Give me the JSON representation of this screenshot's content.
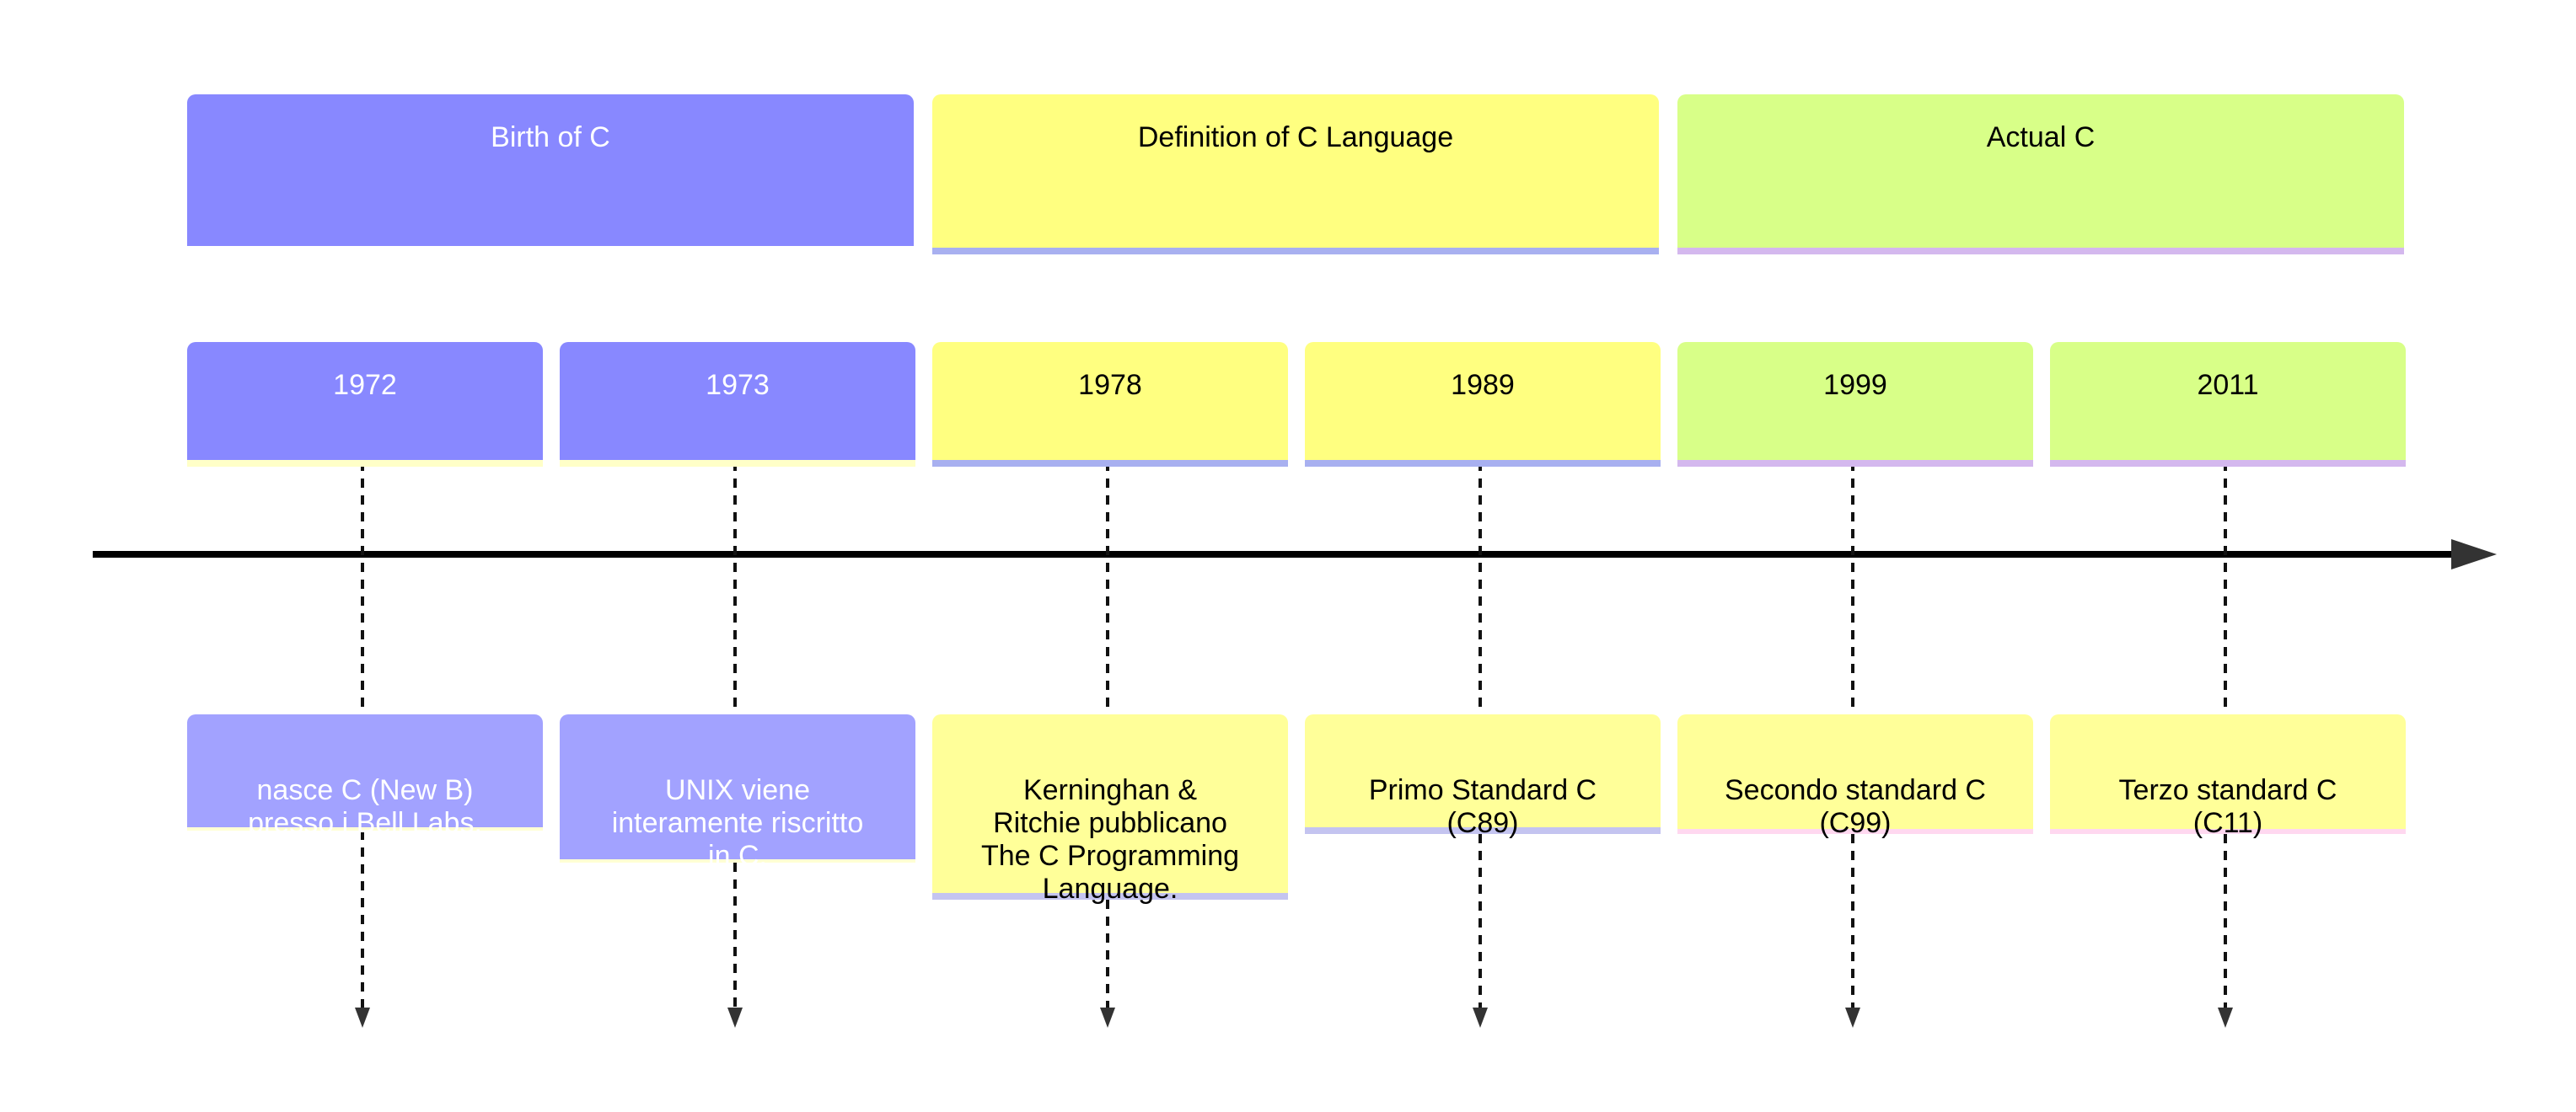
{
  "periods": [
    {
      "label": "Birth of C"
    },
    {
      "label": "Definition of C Language"
    },
    {
      "label": "Actual C"
    }
  ],
  "milestones": [
    {
      "year": "1972",
      "event": "nasce C (New B)\npresso i Bell Labs."
    },
    {
      "year": "1973",
      "event": "UNIX viene\ninteramente riscritto\nin C."
    },
    {
      "year": "1978",
      "event": "Kerninghan &\nRitchie pubblicano\nThe C Programming\nLanguage."
    },
    {
      "year": "1989",
      "event": "Primo Standard C\n(C89)"
    },
    {
      "year": "1999",
      "event": "Secondo standard C\n(C99)"
    },
    {
      "year": "2011",
      "event": "Terzo standard C\n(C11)"
    }
  ],
  "colors": {
    "birth": "#8888ff",
    "definition": "#ffff80",
    "actual": "#d8ff88",
    "axis": "#000000"
  }
}
